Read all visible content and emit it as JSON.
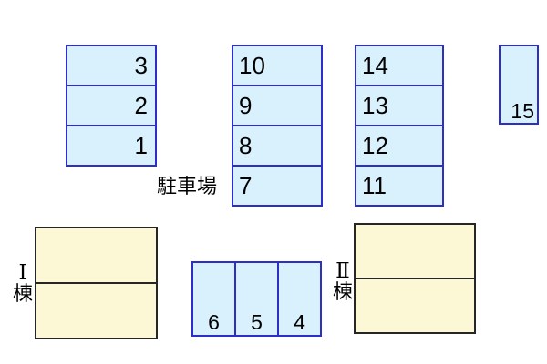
{
  "map": {
    "area_label": "駐車場",
    "colors": {
      "space_fill": "#d9f1fc",
      "space_border": "#2d2dc7",
      "building_fill": "#fcf8d5",
      "building_border": "#262626",
      "background": "#ffffff",
      "text": "#000000"
    },
    "parking": {
      "columns": [
        {
          "id": "left",
          "cells": [
            "3",
            "2",
            "1"
          ]
        },
        {
          "id": "middle",
          "cells": [
            "10",
            "9",
            "8",
            "7"
          ]
        },
        {
          "id": "right",
          "cells": [
            "14",
            "13",
            "12",
            "11"
          ]
        }
      ],
      "single_cell": "15",
      "bottom_cells": [
        "6",
        "5",
        "4"
      ]
    },
    "buildings": [
      {
        "numeral": "Ⅰ",
        "suffix": "棟"
      },
      {
        "numeral": "Ⅱ",
        "suffix": "棟"
      }
    ]
  }
}
